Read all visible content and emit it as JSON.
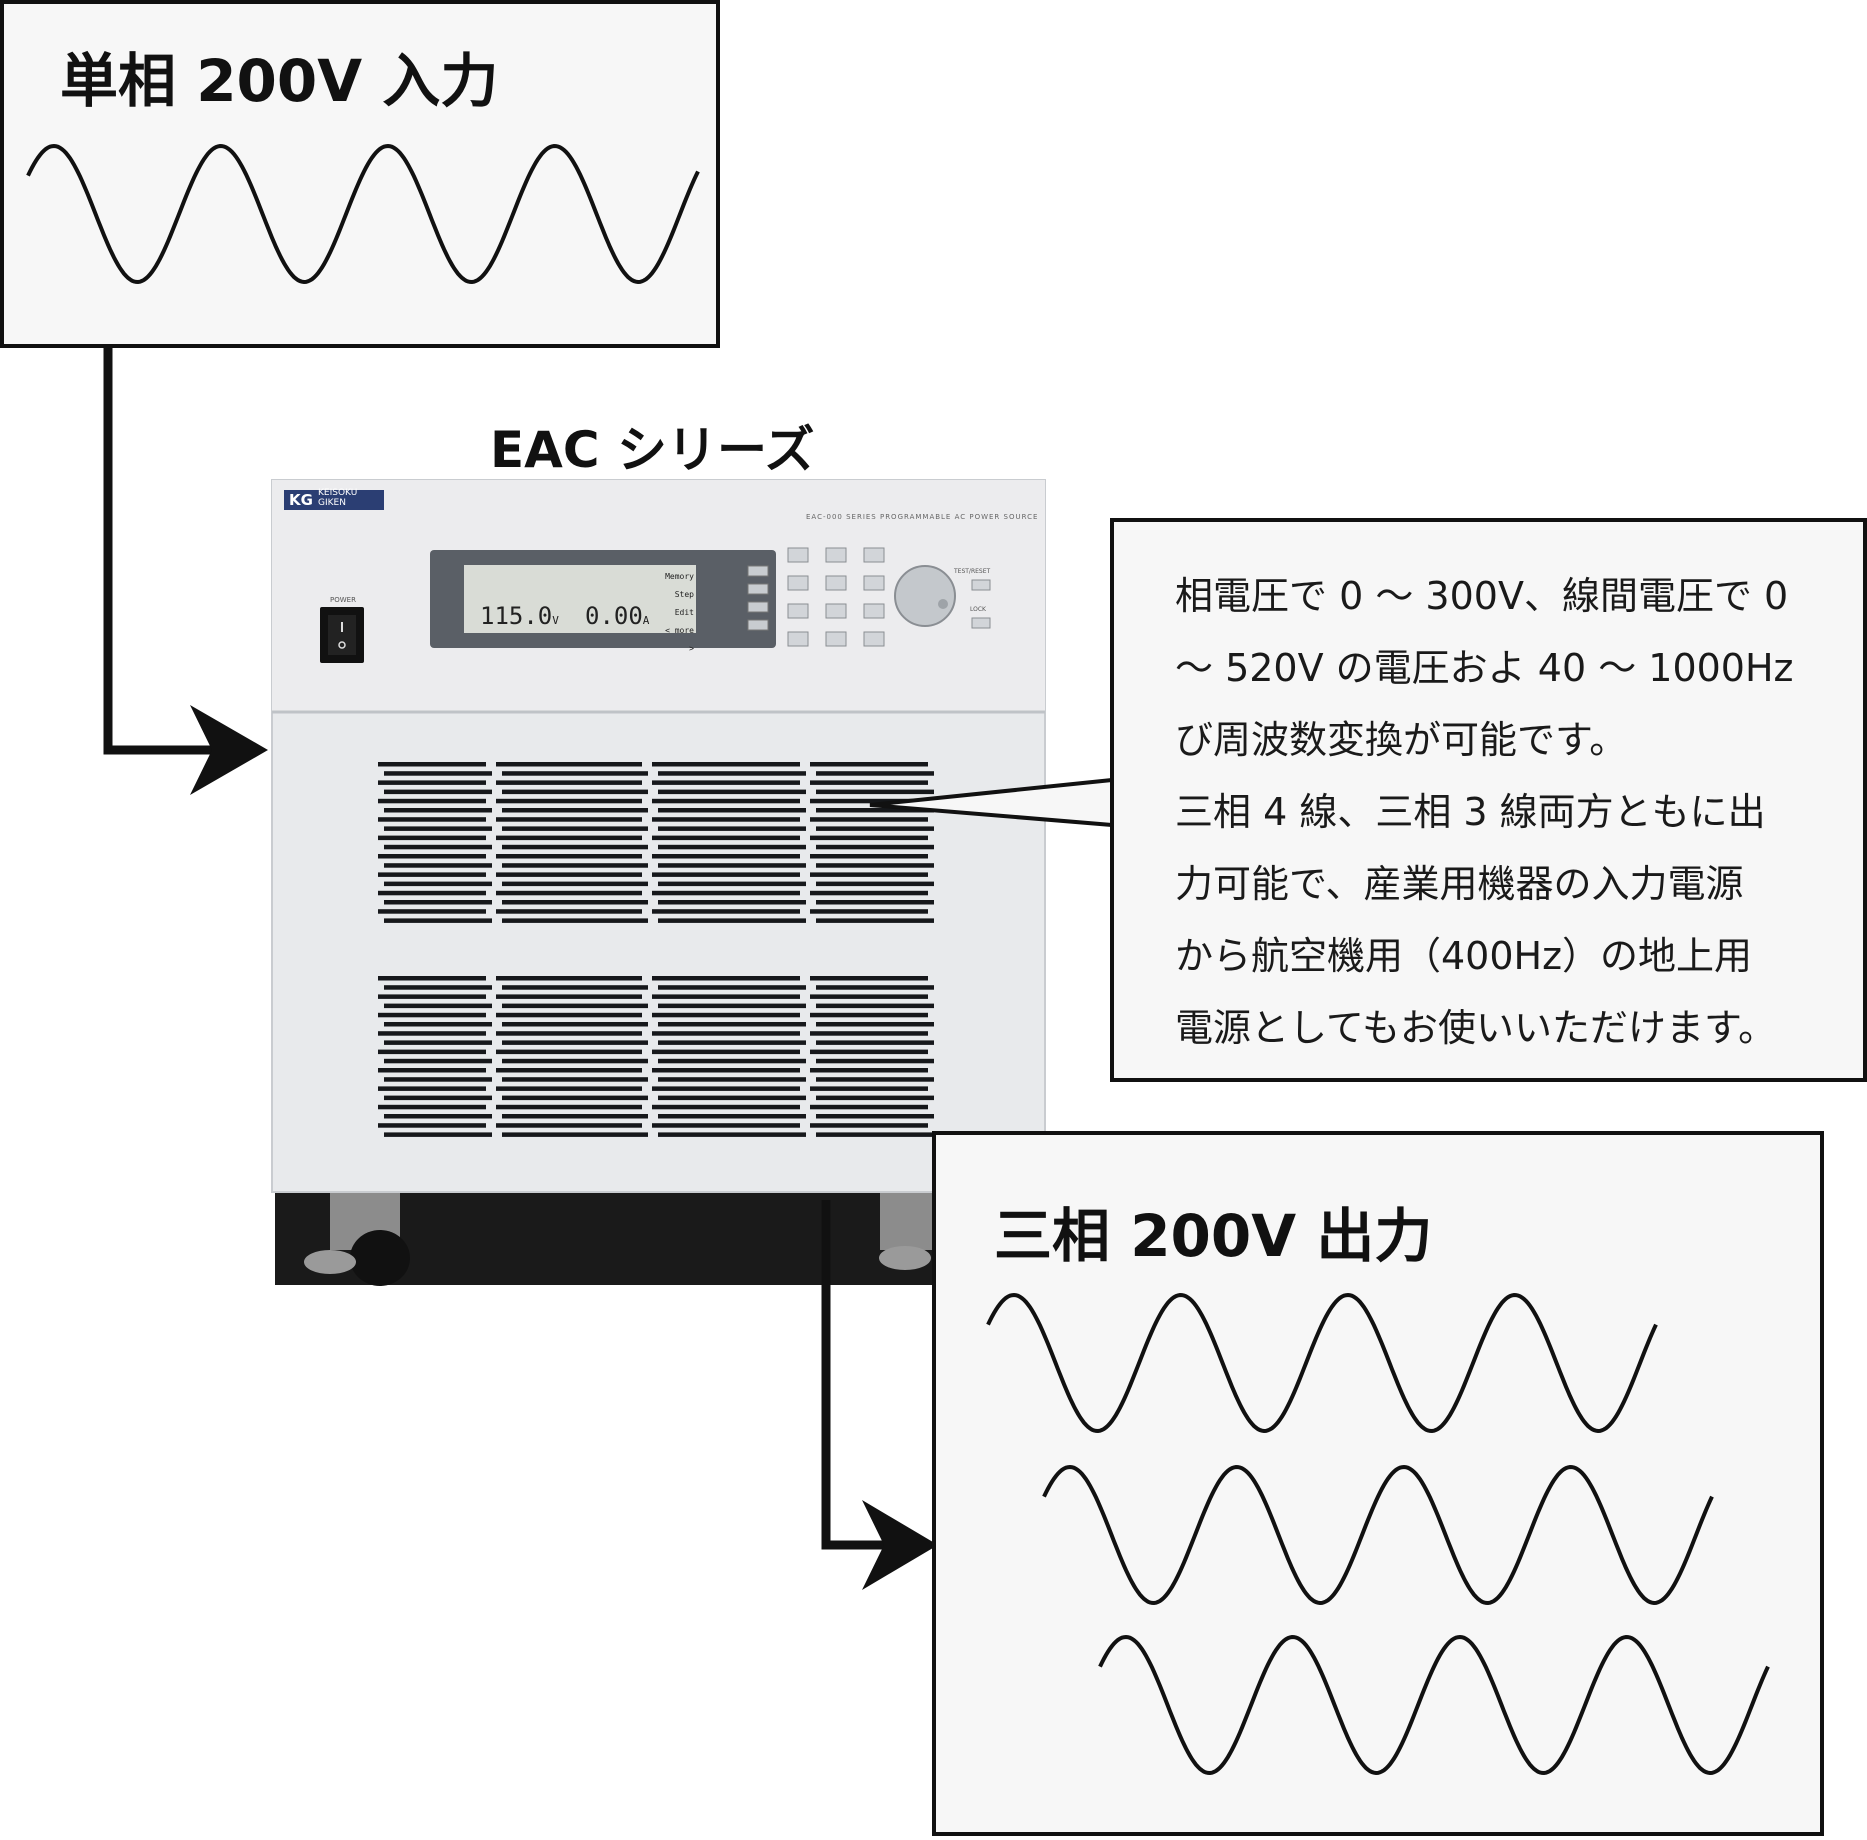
{
  "input_box": {
    "title": "単相 200V 入力"
  },
  "device": {
    "series_label": "EAC シリーズ",
    "brand_badge": "KG",
    "brand_name_lines": [
      "KEISOKU",
      "GIKEN"
    ],
    "model_line": "EAC-000 SERIES PROGRAMMABLE AC POWER SOURCE",
    "power_label": "POWER",
    "display": {
      "readout_voltage": "115.0",
      "voltage_unit": "V",
      "readout_current": "0.00",
      "current_unit": "A",
      "menu": [
        "Memory",
        "Step",
        "Edit",
        "< more >"
      ]
    },
    "keypad_right_labels": [
      "TEST/RESET",
      "LOCK"
    ]
  },
  "callout": {
    "lines": [
      "相電圧で 0 ～ 300V、線間電圧で 0",
      "～ 520V の電圧およ 40 ～ 1000Hz",
      "び周波数変換が可能です。",
      "三相 4 線、三相 3 線両方ともに出",
      "力可能で、産業用機器の入力電源",
      "から航空機用（400Hz）の地上用",
      "電源としてもお使いいただけます。"
    ]
  },
  "output_box": {
    "title": "三相 200V 出力"
  },
  "colors": {
    "line": "#111111",
    "box_bg": "#f7f7f7",
    "device_body": "#e6e8ea"
  }
}
